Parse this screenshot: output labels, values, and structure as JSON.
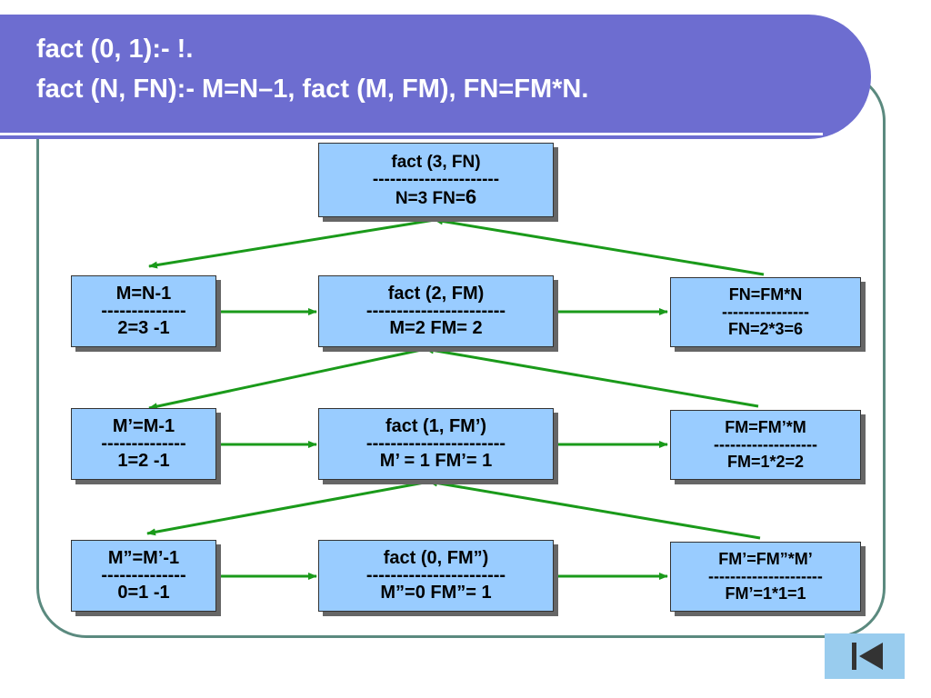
{
  "header": {
    "line1": "fact (0, 1):- !.",
    "line2": "fact (N, FN):- M=N–1, fact (M, FM), FN=FM*N."
  },
  "top": {
    "title": "fact (3, FN)",
    "sep": "----------------------",
    "text": "N=3  FN=",
    "value": "6"
  },
  "levels": [
    {
      "left": {
        "l1": "M=N-1",
        "sep": "--------------",
        "l2": "2=3 -1"
      },
      "center": {
        "l1": "fact (2, FM)",
        "sep": "-----------------------",
        "text": "M=2 FM= ",
        "value": "2"
      },
      "right": {
        "l1": "FN=FM*N",
        "sep": "----------------",
        "l2": "FN=2*3=6"
      }
    },
    {
      "left": {
        "l1": "M’=M-1",
        "sep": "--------------",
        "l2": "1=2 -1"
      },
      "center": {
        "l1": "fact (1, FM’)",
        "sep": "-----------------------",
        "text": "M’ = 1 FM’= ",
        "value": "1"
      },
      "right": {
        "l1": "FM=FM’*M",
        "sep": "-------------------",
        "l2": "FM=1*2=2"
      }
    },
    {
      "left": {
        "l1": "M”=M’-1",
        "sep": "--------------",
        "l2": "0=1 -1"
      },
      "center": {
        "l1": "fact (0, FM”)",
        "sep": "-----------------------",
        "text": "M”=0  FM”= ",
        "value": "1"
      },
      "right": {
        "l1": "FM’=FM”*M’",
        "sep": "---------------------",
        "l2": "FM’=1*1=1"
      }
    }
  ],
  "colors": {
    "header": "#6d6dd0",
    "box": "#99ccff",
    "arrow": "#1a9a1a",
    "frame": "#5b8a7f"
  },
  "nav": {
    "icon": "first-slide-icon"
  }
}
